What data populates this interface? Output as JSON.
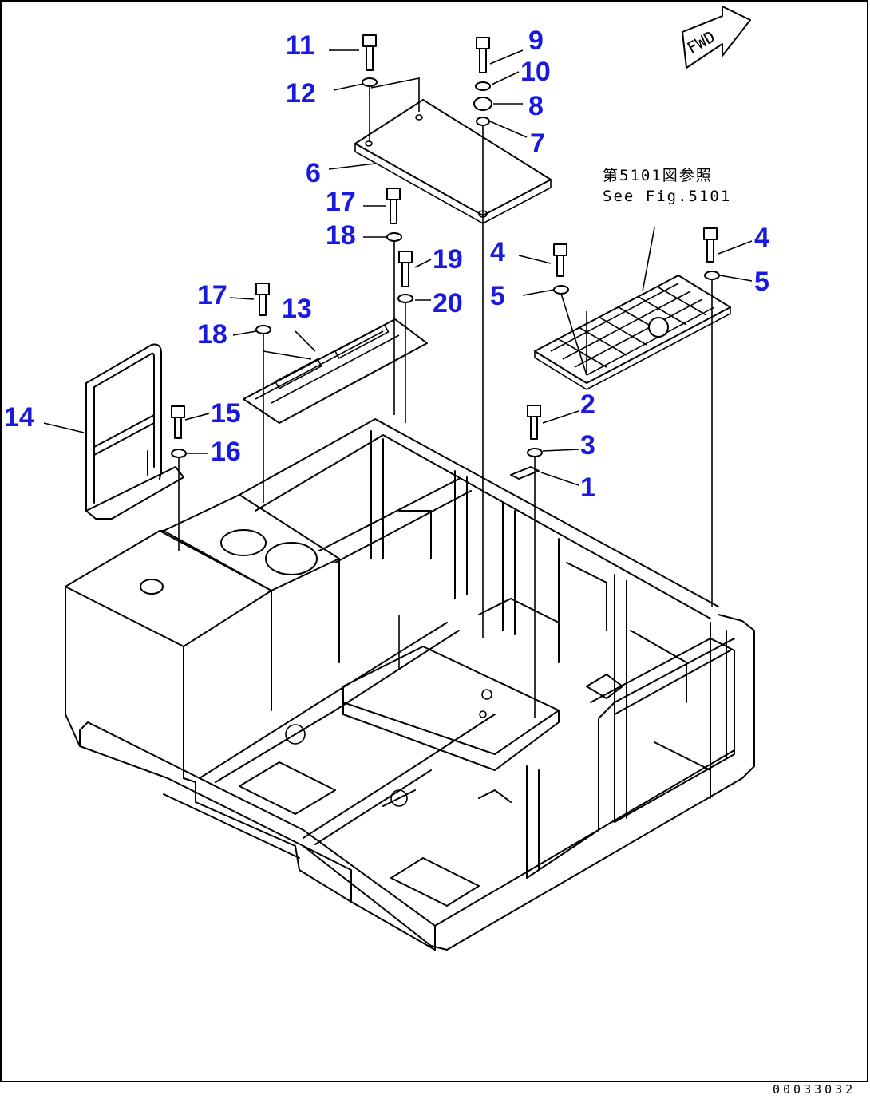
{
  "callouts": [
    {
      "label": "1"
    },
    {
      "label": "2"
    },
    {
      "label": "3"
    },
    {
      "label": "4"
    },
    {
      "label": "4"
    },
    {
      "label": "5"
    },
    {
      "label": "5"
    },
    {
      "label": "6"
    },
    {
      "label": "7"
    },
    {
      "label": "8"
    },
    {
      "label": "9"
    },
    {
      "label": "10"
    },
    {
      "label": "11"
    },
    {
      "label": "12"
    },
    {
      "label": "13"
    },
    {
      "label": "14"
    },
    {
      "label": "15"
    },
    {
      "label": "16"
    },
    {
      "label": "17"
    },
    {
      "label": "17"
    },
    {
      "label": "18"
    },
    {
      "label": "18"
    },
    {
      "label": "19"
    },
    {
      "label": "20"
    }
  ],
  "reference_note": {
    "line1": "第5101図参照",
    "line2": "See Fig.5101"
  },
  "direction_marker": {
    "label": "FWD"
  },
  "drawing_number": "00033032",
  "colors": {
    "callout": "#1a1adf",
    "lines": "#000000",
    "background": "#ffffff"
  }
}
